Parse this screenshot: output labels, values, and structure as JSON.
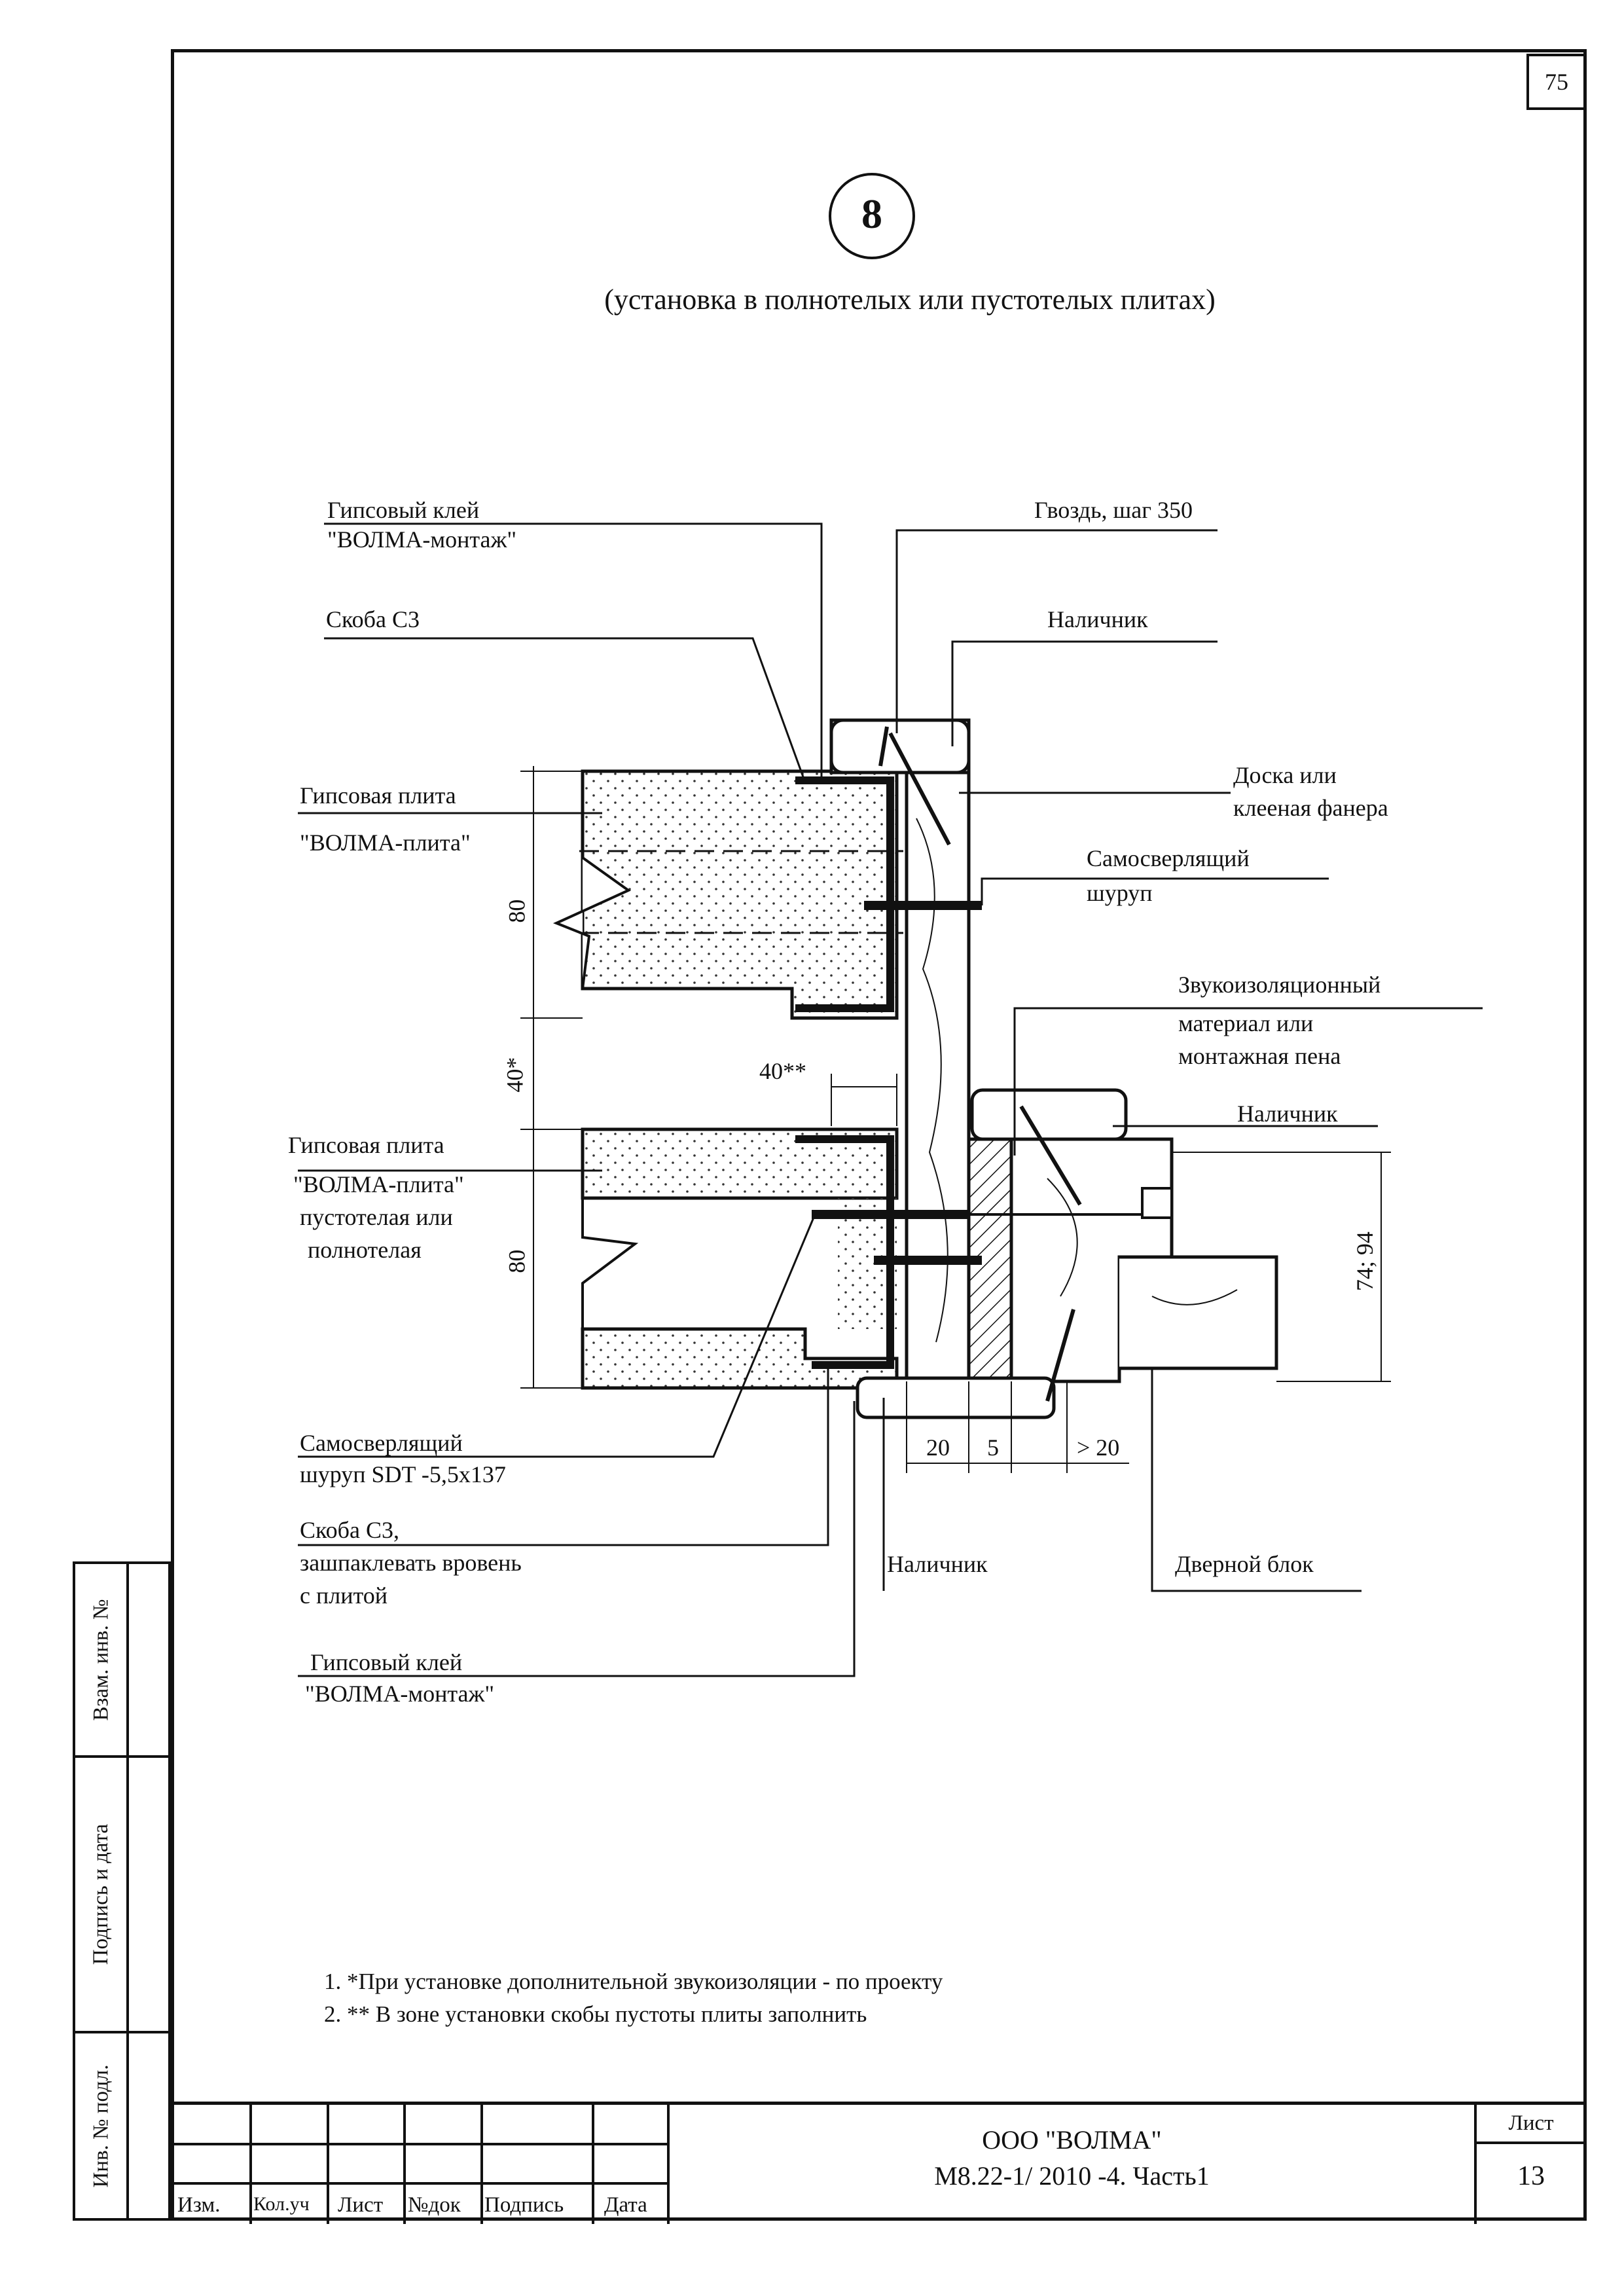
{
  "sheet_number": "75",
  "node": {
    "number": "8",
    "caption": "(установка в полнотелых или пустотелых плитах)"
  },
  "labels": {
    "glue_top_line1": "Гипсовый клей",
    "glue_top_line2": "\"ВОЛМА-монтаж\"",
    "nail": "Гвоздь, шаг 350",
    "bracket_top": "Скоба С3",
    "trim_top": "Наличник",
    "plate_top_line1": "Гипсовая плита",
    "plate_top_line2": "\"ВОЛМА-плита\"",
    "board_line1": "Доска или",
    "board_line2": "клееная фанера",
    "screw_right_line1": "Самосверлящий",
    "screw_right_line2": "шуруп",
    "sound_line1": "Звукоизоляционный",
    "sound_line2": "материал или",
    "sound_line3": "монтажная пена",
    "trim_right": "Наличник",
    "plate_bottom_line1": "Гипсовая плита",
    "plate_bottom_line2": "\"ВОЛМА-плита\"",
    "plate_bottom_line3": "пустотелая или",
    "plate_bottom_line4": "полнотелая",
    "screw_sdt_line1": "Самосверлящий",
    "screw_sdt_line2": "шуруп SDT -5,5х137",
    "bracket_bottom_line1": "Скоба С3,",
    "bracket_bottom_line2": "зашпаклевать вровень",
    "bracket_bottom_line3": "с плитой",
    "trim_bottom": "Наличник",
    "door_block": "Дверной блок",
    "glue_bottom_line1": "Гипсовый клей",
    "glue_bottom_line2": "\"ВОЛМА-монтаж\""
  },
  "dimensions": {
    "plate_top": "80",
    "gap": "40*",
    "plate_bottom": "80",
    "bracket_offset": "40**",
    "door": "74; 94",
    "d20": "20",
    "d5": "5",
    "d_gt20": "> 20"
  },
  "notes": [
    "1. *При установке дополнительной звукоизоляции - по проекту",
    "2. ** В зоне установки скобы пустоты плиты заполнить"
  ],
  "side_stamp": {
    "vzam": "Взам. инв. №",
    "podpis": "Подпись и дата",
    "inv": "Инв. № подл."
  },
  "title_block": {
    "cols": [
      "Изм.",
      "Кол.уч",
      "Лист",
      "№док",
      "Подпись",
      "Дата"
    ],
    "company": "ООО \"ВОЛМА\"",
    "doc": "М8.22-1/ 2010 -4. Часть1",
    "sheet_label": "Лист",
    "sheet_value": "13"
  }
}
